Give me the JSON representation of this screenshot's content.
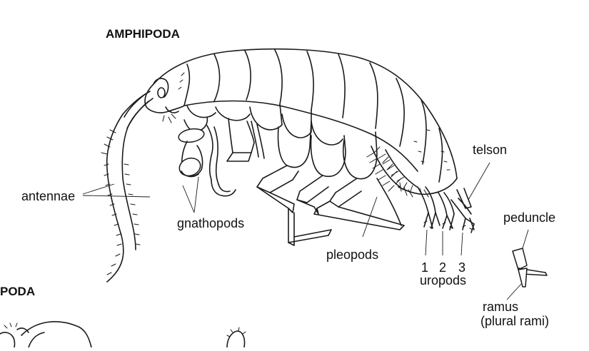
{
  "title": "AMPHIPODA",
  "cropped_heading": "PODA",
  "labels": {
    "antennae": "antennae",
    "gnathopods": "gnathopods",
    "pleopods": "pleopods",
    "telson": "telson",
    "uropods": "uropods",
    "uropod_numbers": [
      "1",
      "2",
      "3"
    ],
    "peduncle": "peduncle",
    "ramus": "ramus",
    "ramus_plural": "(plural rami)"
  },
  "colors": {
    "ink": "#1a1a1a",
    "paper": "#ffffff"
  }
}
